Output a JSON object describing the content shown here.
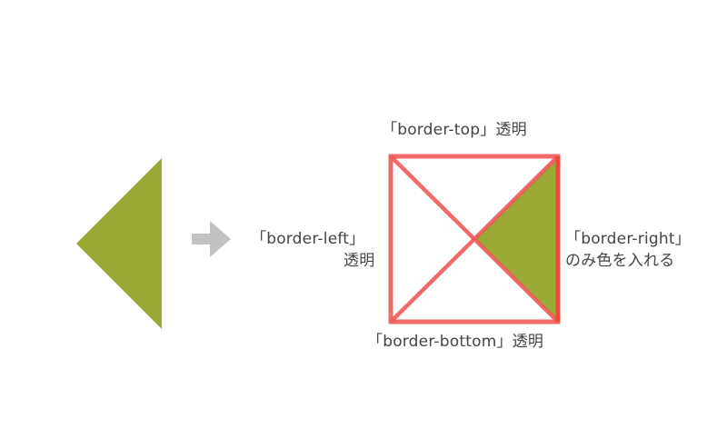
{
  "labels": {
    "top": "「border-top」透明",
    "left_line1": "「border-left」",
    "left_line2": "透明",
    "right_line1": "「border-right」",
    "right_line2": "のみ色を入れる",
    "bottom": "「border-bottom」透明"
  },
  "colors": {
    "triangle_fill": "#9aa933",
    "border_stroke": "#f05a5a",
    "arrow": "#c2c2c2",
    "text": "#444444"
  }
}
